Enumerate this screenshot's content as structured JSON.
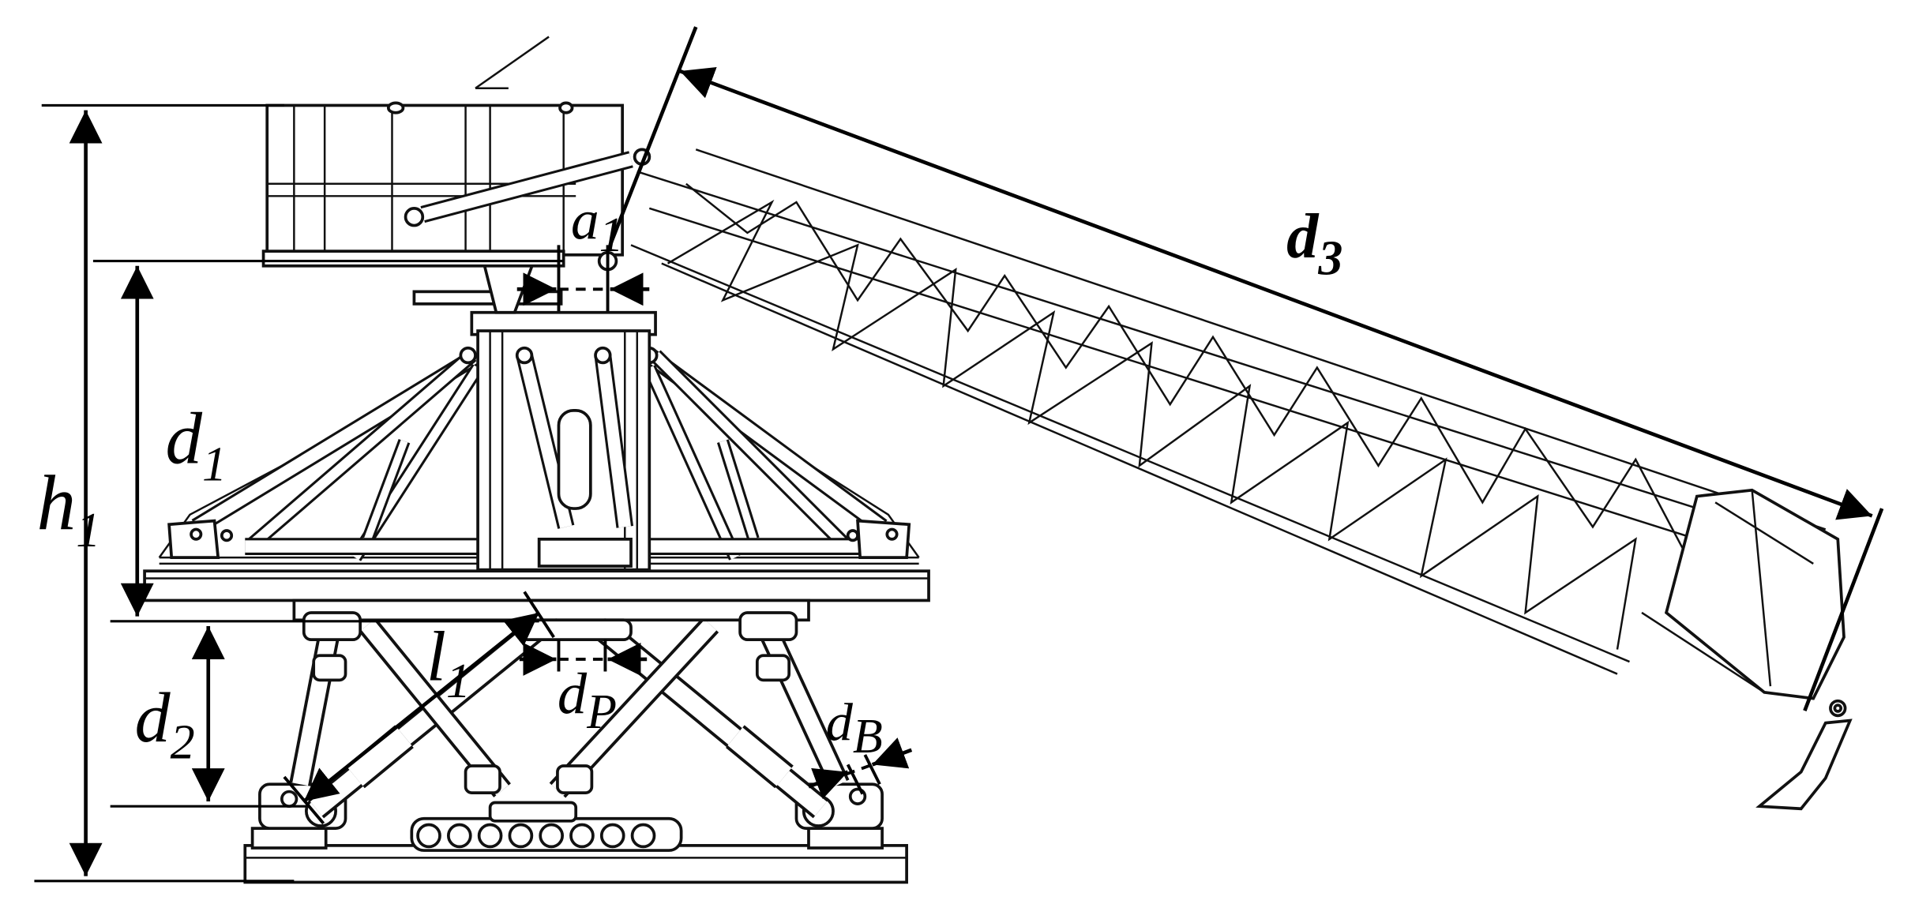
{
  "figure": {
    "labels": {
      "h": {
        "main": "h",
        "sub": "1"
      },
      "d1": {
        "main": "d",
        "sub": "1"
      },
      "d2": {
        "main": "d",
        "sub": "2"
      },
      "d3": {
        "main": "d",
        "sub": "3"
      },
      "l1": {
        "main": "l",
        "sub": "1"
      },
      "a1": {
        "main": "a",
        "sub": "1"
      },
      "dP": {
        "main": "d",
        "sub": "P"
      },
      "dB": {
        "main": "d",
        "sub": "B"
      }
    }
  }
}
